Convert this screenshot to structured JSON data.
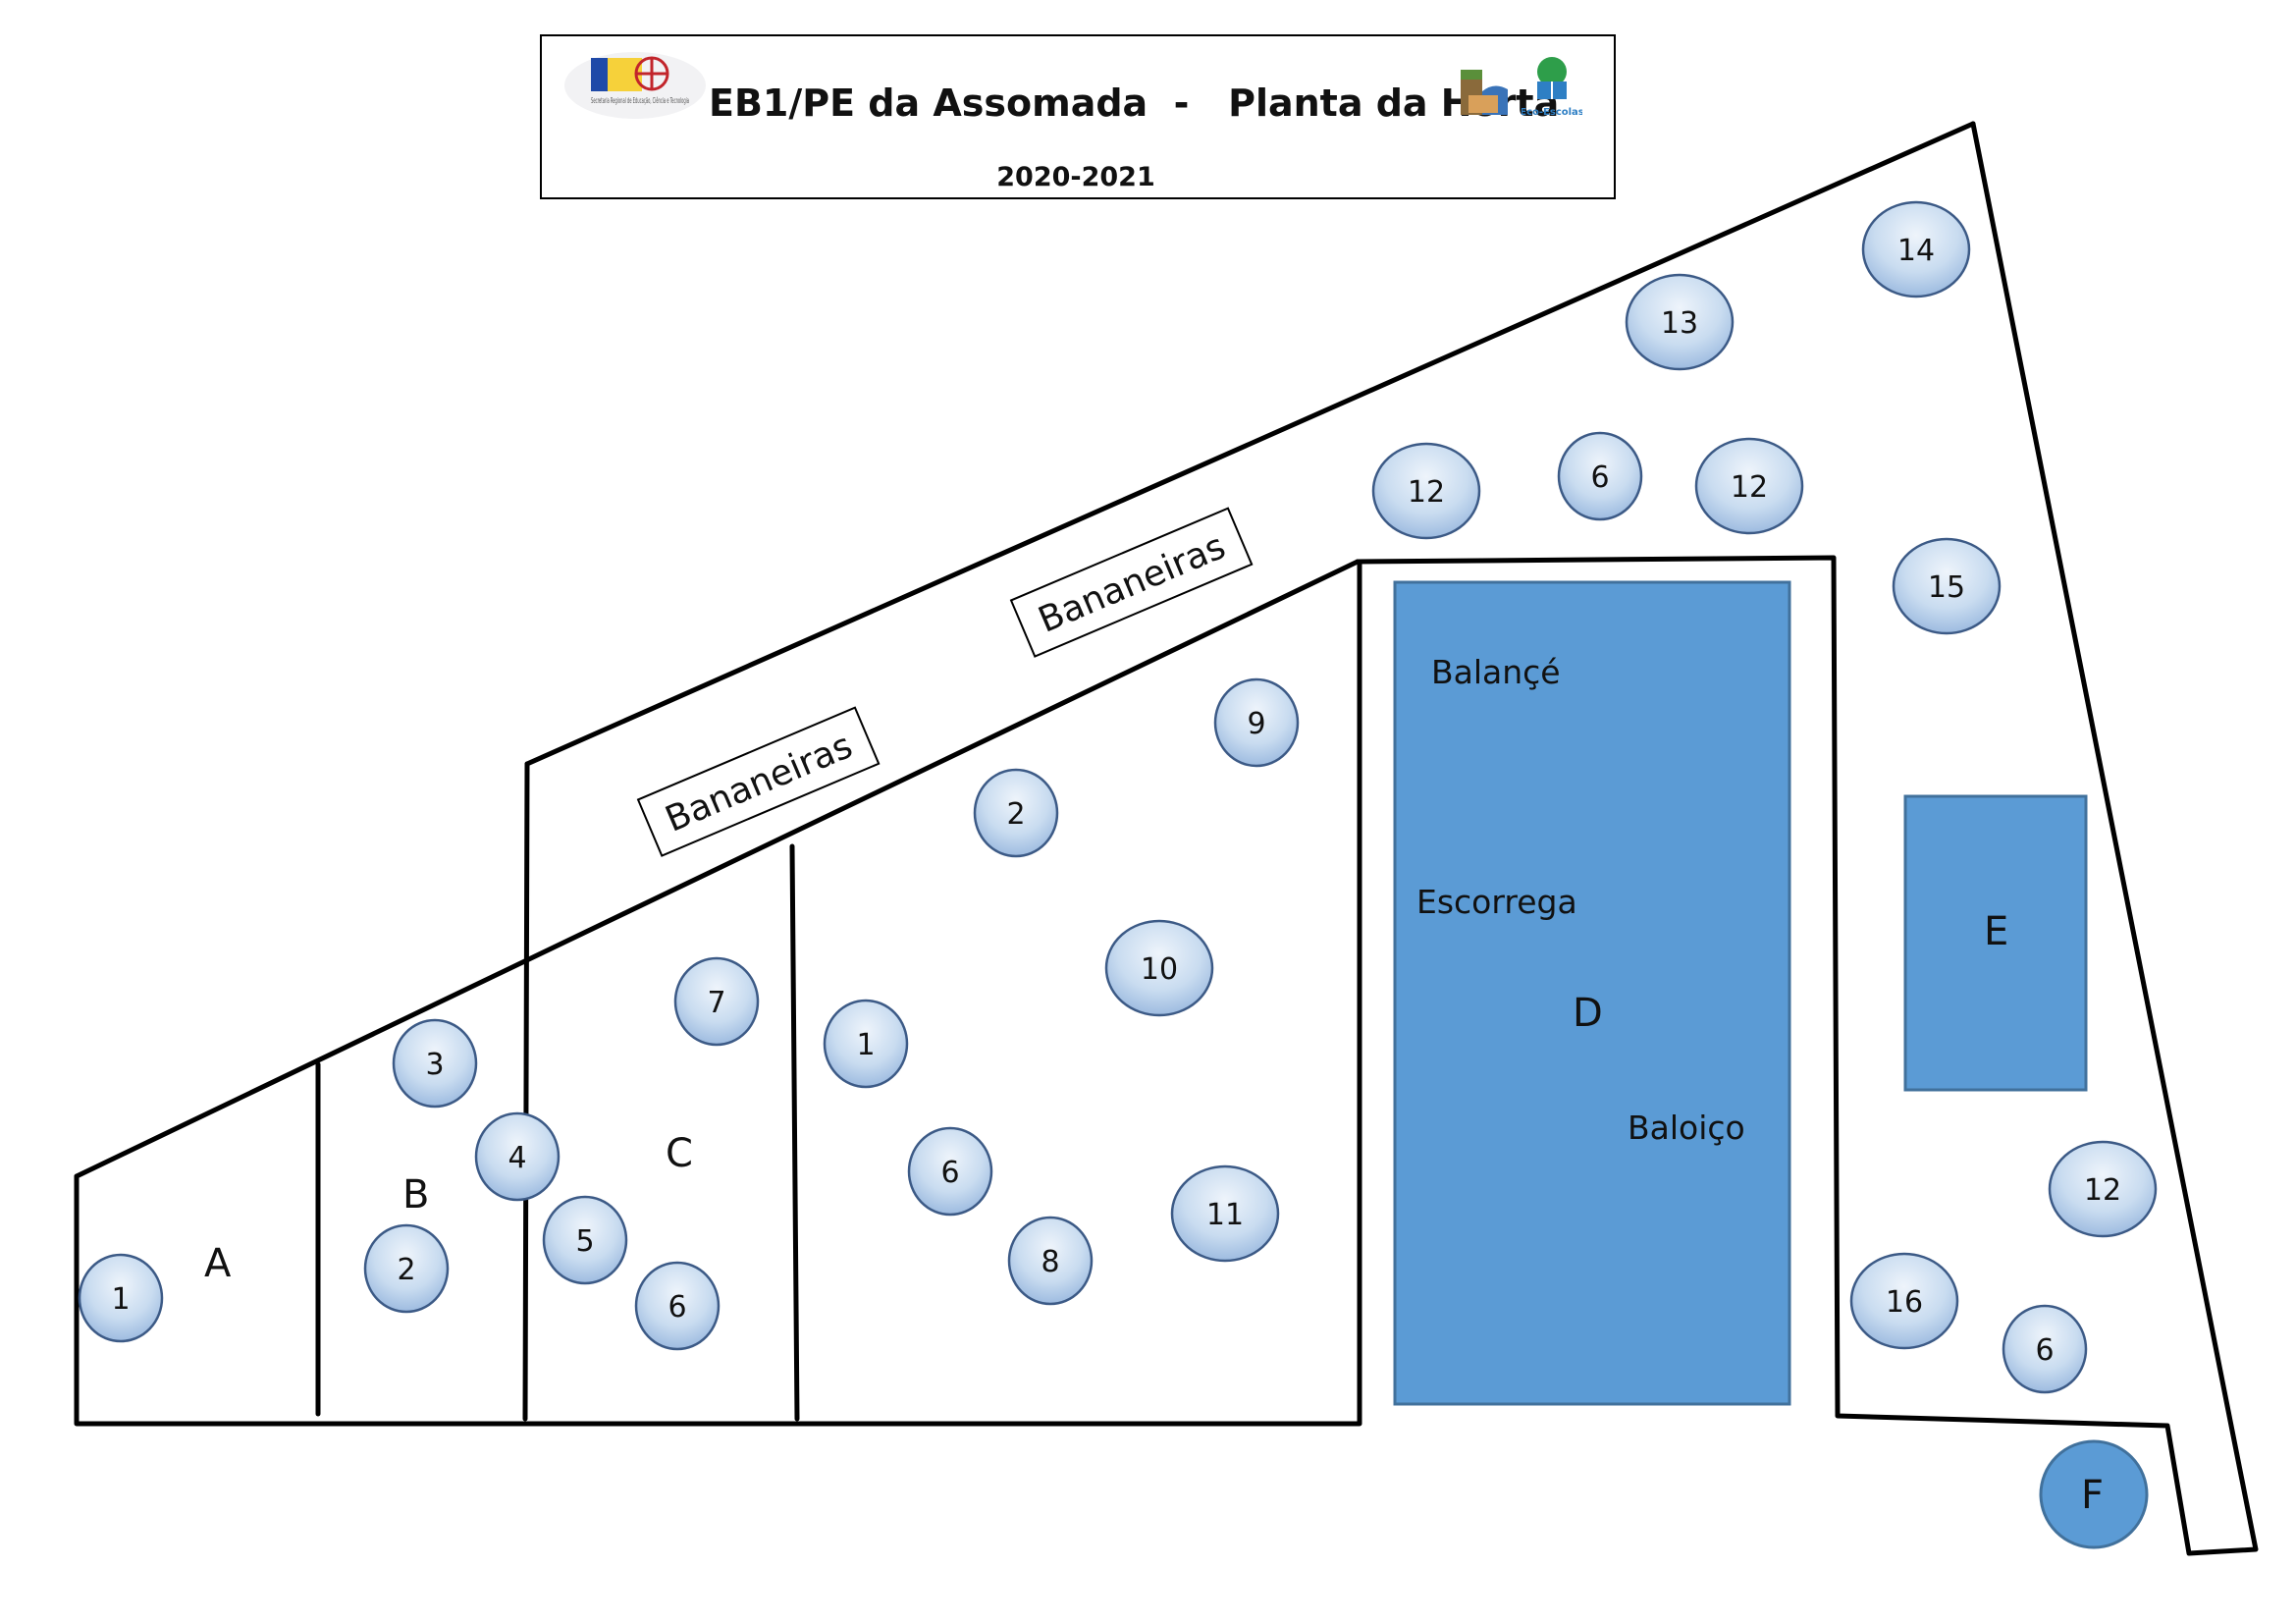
{
  "header": {
    "title": "EB1/PE da Assomada  -   Planta da Horta",
    "year": "2020-2021",
    "logo_left_text": "Secretaria Regional de Educação, Ciência e Tecnologia",
    "logo_right_text": "Eco-Escolas"
  },
  "sections": {
    "A": "A",
    "B": "B",
    "C": "C",
    "D": "D",
    "E": "E",
    "F": "F"
  },
  "banana_labels": [
    "Bananeiras",
    "Bananeiras"
  ],
  "playground_items": {
    "balance": "Balançé",
    "slide": "Escorrega",
    "swing": "Baloiço"
  },
  "plot_numbers": [
    "1",
    "2",
    "3",
    "4",
    "5",
    "6",
    "7",
    "1",
    "2",
    "6",
    "8",
    "9",
    "10",
    "11",
    "12",
    "6",
    "12",
    "13",
    "14",
    "15",
    "12",
    "16",
    "6"
  ],
  "colors": {
    "circle_fill_light": "#dce8f5",
    "circle_fill_dark": "#a9c4e4",
    "circle_stroke": "#3c5a86",
    "playground_fill": "#5b9bd5",
    "playground_stroke": "#41719c",
    "outline": "#000000"
  }
}
